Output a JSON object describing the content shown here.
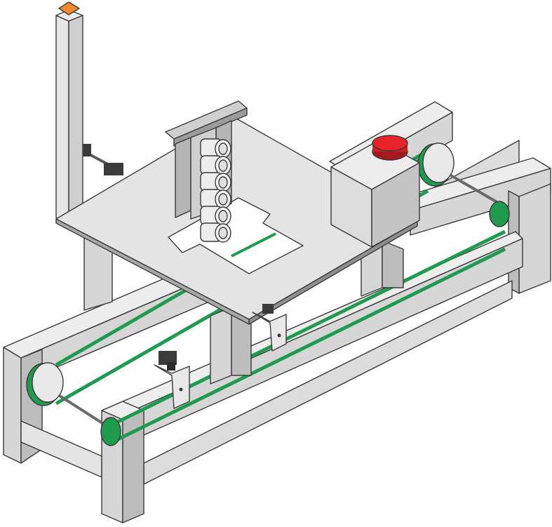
{
  "figure": {
    "subject": "",
    "colors": {
      "frame_light": "#ededed",
      "frame_mid": "#d6d6d6",
      "frame_dark": "#bdbdbd",
      "plate": "#e4e4e4",
      "belt": "#1f9a4e",
      "button": "#e8232a",
      "beacon": "#f08a2c",
      "sensor": "#3b3b3b",
      "outline": "#3a3a3a"
    },
    "icons": [
      "gantry-plate",
      "conveyor-frame",
      "belt",
      "pulley",
      "magazine",
      "stop-button",
      "signal-tower",
      "limit-sensor"
    ]
  }
}
